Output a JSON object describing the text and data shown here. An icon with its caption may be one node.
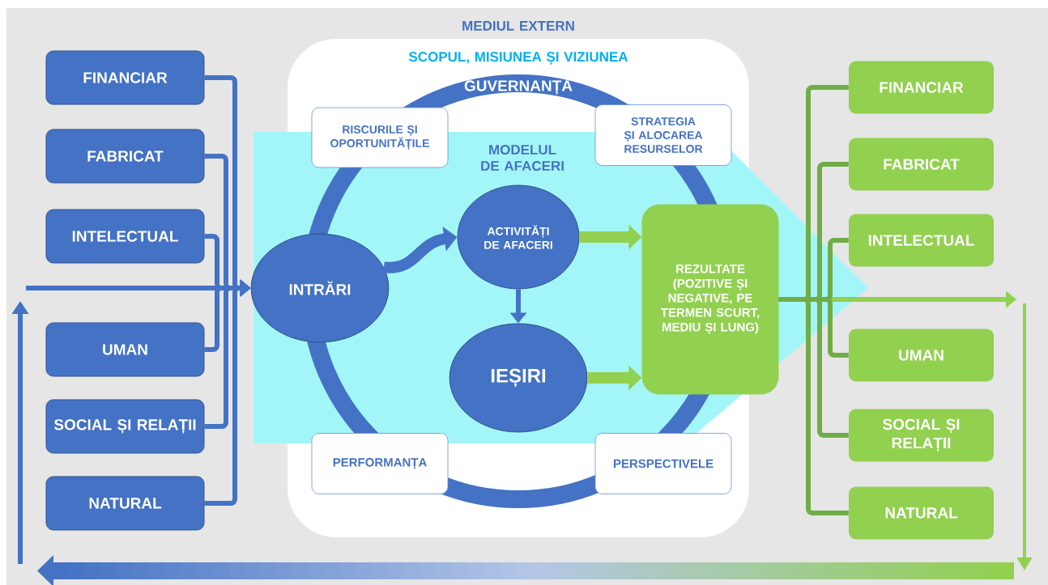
{
  "diagram": {
    "nodes": [
      {
        "text": [
          "FINANCIAR"
        ]
      },
      {
        "text": [
          "FABRICAT"
        ]
      },
      {
        "text": [
          "INTELECTUAL"
        ]
      },
      {
        "text": [
          "UMAN"
        ]
      },
      {
        "text": [
          "SOCIAL ȘI RELAȚII"
        ]
      },
      {
        "text": [
          "NATURAL"
        ]
      },
      {
        "text": [
          "SCOPUL, MISIUNEA ȘI VIZIUNEA"
        ]
      },
      {
        "text": [
          "RISCURILE ȘI OPORTUNITĂȚILE"
        ],
        "in": 6
      },
      {
        "text": [
          "STRATEGIA ȘI ALOCAREA RESURSELOR"
        ],
        "in": 6
      },
      {
        "text": [
          "INTRĂRI"
        ]
      },
      {
        "text": [
          "ACTIVITĂȚI DE AFACERI"
        ],
        "in": 6
      },
      {
        "text": [
          "IEȘIRI"
        ],
        "in": 6
      },
      {
        "text": [
          "REZULTATE (POZITIVE ȘI NEGATIVE, PE TERMEN SCURT, MEDIU ȘI LUNG)"
        ]
      },
      {
        "text": [
          "PERFORMANȚA"
        ],
        "in": 6
      },
      {
        "text": [
          "PERSPECTIVELE"
        ],
        "in": 6
      },
      {
        "text": [
          "FINANCIAR"
        ]
      },
      {
        "text": [
          "FABRICAT"
        ]
      },
      {
        "text": [
          "INTELECTUAL"
        ]
      },
      {
        "text": [
          "UMAN"
        ]
      },
      {
        "text": [
          "SOCIAL ȘI RELAȚII"
        ]
      },
      {
        "text": [
          "NATURAL"
        ]
      }
    ],
    "edges": [
      {
        "from": 0,
        "to": 9,
        "arrow": "to"
      },
      {
        "from": 1,
        "to": 9,
        "arrow": "to"
      },
      {
        "from": 2,
        "to": 9,
        "arrow": "to"
      },
      {
        "from": 3,
        "to": 9,
        "arrow": "to"
      },
      {
        "from": 4,
        "to": 9,
        "arrow": "to"
      },
      {
        "from": 5,
        "to": 9,
        "arrow": "to"
      },
      {
        "from": null,
        "to": 9,
        "arrow": "to"
      },
      {
        "from": 9,
        "to": 10,
        "arrow": "to",
        "style": "thick"
      },
      {
        "from": 10,
        "to": 11,
        "arrow": "to"
      },
      {
        "from": 10,
        "to": 12,
        "arrow": "to",
        "style": "thick",
        "color": "#92d050"
      },
      {
        "from": 11,
        "to": 12,
        "arrow": "to",
        "style": "thick",
        "color": "#92d050"
      },
      {
        "from": 12,
        "to": null,
        "arrow": "to",
        "color": "#92d050"
      },
      {
        "from": 12,
        "to": 15,
        "arrow": "none",
        "color": "#70ad47"
      },
      {
        "from": 12,
        "to": 16,
        "arrow": "none",
        "color": "#70ad47"
      },
      {
        "from": 12,
        "to": 17,
        "arrow": "none",
        "color": "#70ad47"
      },
      {
        "from": 12,
        "to": 18,
        "arrow": "none",
        "color": "#70ad47"
      },
      {
        "from": 12,
        "to": 19,
        "arrow": "none",
        "color": "#70ad47"
      },
      {
        "from": 12,
        "to": 20,
        "arrow": "none",
        "color": "#70ad47"
      }
    ],
    "labels": [
      "MEDIUL EXTERN",
      "GUVERNANȚA",
      "MODELUL DE AFACERI"
    ]
  }
}
